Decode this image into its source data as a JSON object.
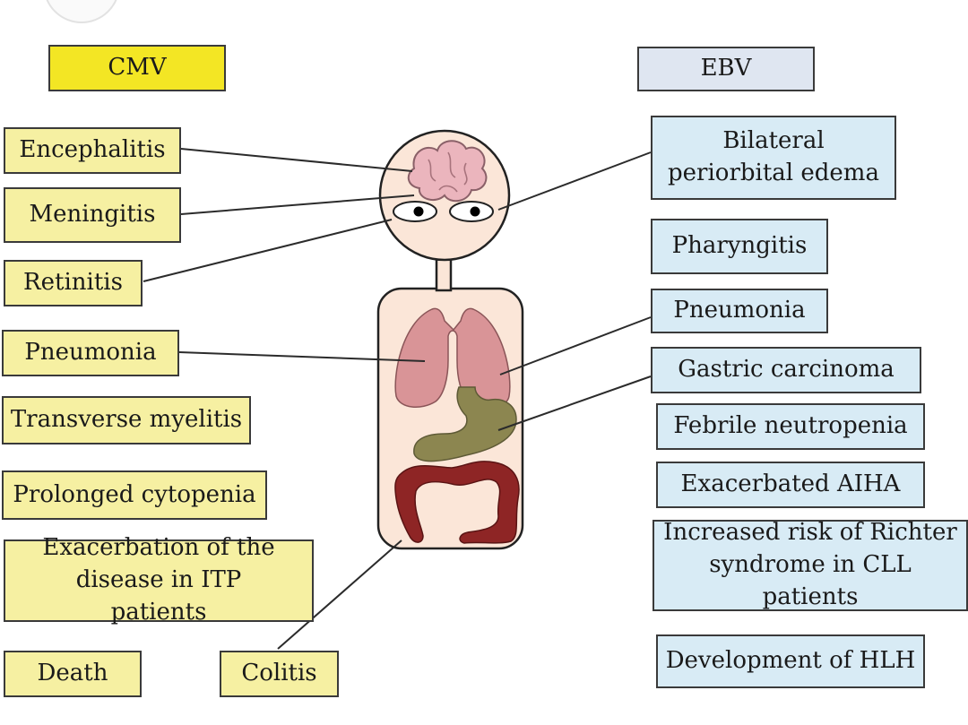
{
  "cmv": {
    "header": "CMV",
    "items": [
      "Encephalitis",
      "Meningitis",
      "Retinitis",
      "Pneumonia",
      "Transverse myelitis",
      "Prolonged cytopenia",
      "Exacerbation of the disease in ITP patients",
      "Death",
      "Colitis"
    ]
  },
  "ebv": {
    "header": "EBV",
    "items": [
      "Bilateral periorbital edema",
      "Pharyngitis",
      "Pneumonia",
      "Gastric carcinoma",
      "Febrile neutropenia",
      "Exacerbated AIHA",
      "Increased risk of Richter syndrome in CLL patients",
      "Development of HLH"
    ]
  },
  "colors": {
    "cmv_header": "#f3e624",
    "cmv_box": "#f6f0a2",
    "ebv_header": "#dfe6f1",
    "ebv_box": "#d8ebf5",
    "skin": "#fbe6d8",
    "brain": "#ebb5bd",
    "lungs": "#d99497",
    "stomach": "#8c8650",
    "intestine": "#8e2525"
  }
}
